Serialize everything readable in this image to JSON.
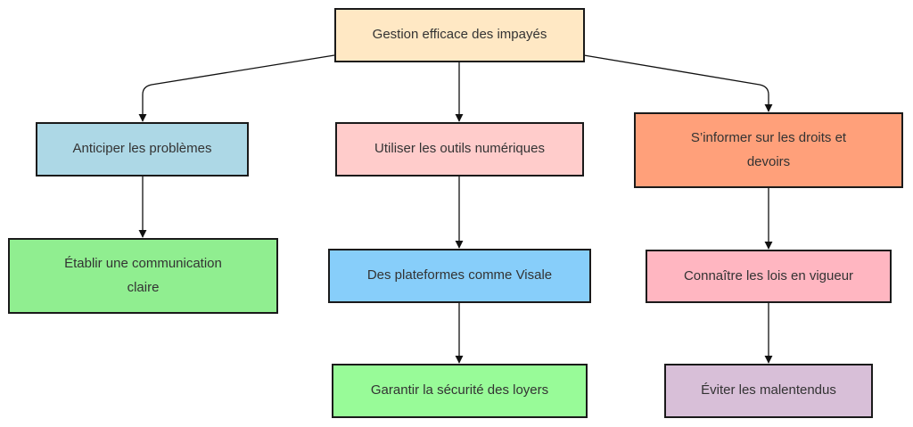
{
  "nodes": {
    "root": {
      "label": "Gestion efficace des impayés",
      "color": "#FFE8C4"
    },
    "n1": {
      "label": "Anticiper les problèmes",
      "color": "#ADD8E6"
    },
    "n2": {
      "label": "Utiliser les outils numériques",
      "color": "#FFCCCB"
    },
    "n3": {
      "label": "S’informer sur les droits et devoirs",
      "color": "#FFA07A"
    },
    "n1a": {
      "label": "Établir une communication claire",
      "color": "#90EE90"
    },
    "n2a": {
      "label": "Des plateformes comme Visale",
      "color": "#87CEFA"
    },
    "n2b": {
      "label": "Garantir la sécurité des loyers",
      "color": "#98FB98"
    },
    "n3a": {
      "label": "Connaître les lois en vigueur",
      "color": "#FFB6C1"
    },
    "n3b": {
      "label": "Éviter les malentendus",
      "color": "#D8BFD8"
    }
  }
}
